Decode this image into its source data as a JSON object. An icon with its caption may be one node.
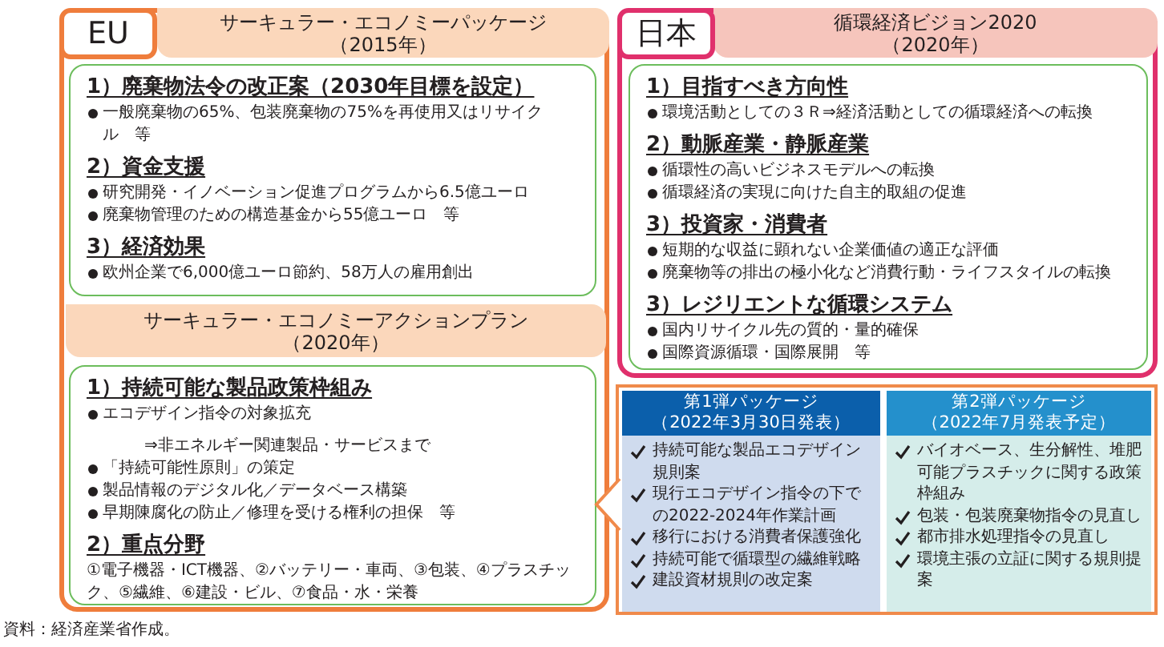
{
  "diagram": {
    "caption": "資料：経済産業省作成。",
    "nodes": [
      {
        "text": [
          "EU"
        ]
      },
      {
        "text": [
          "サーキュラー・エコノミーパッケージ",
          "（2015年）"
        ],
        "in": 0
      },
      {
        "text": [
          "1）廃棄物法令の改正案（2030年目標を設定）",
          "一般廃棄物の65%、包装廃棄物の75%を再使用又はリサイクル　等",
          "2）資金支援",
          "研究開発・イノベーション促進プログラムから6.5億ユーロ",
          "廃棄物管理のための構造基金から55億ユーロ　等",
          "3）経済効果",
          "欧州企業で6,000億ユーロ節約、58万人の雇用創出"
        ],
        "in": 0
      },
      {
        "text": [
          "サーキュラー・エコノミーアクションプラン",
          "（2020年）"
        ],
        "in": 0
      },
      {
        "text": [
          "1）持続可能な製品政策枠組み",
          "エコデザイン指令の対象拡充",
          "⇒非エネルギー関連製品・サービスまで",
          "「持続可能性原則」の策定",
          "製品情報のデジタル化／データベース構築",
          "早期陳腐化の防止／修理を受ける権利の担保　等",
          "2）重点分野",
          "①電子機器・ICT機器、②バッテリー・車両、③包装、④プラスチック、⑤繊維、⑥建設・ビル、⑦食品・水・栄養"
        ],
        "in": 0
      },
      {
        "text": [
          "日本"
        ]
      },
      {
        "text": [
          "循環経済ビジョン2020",
          "（2020年）"
        ],
        "in": 5
      },
      {
        "text": [
          "1）目指すべき方向性",
          "環境活動としての３Ｒ⇒経済活動としての循環経済への転換",
          "2）動脈産業・静脈産業",
          "循環性の高いビジネスモデルへの転換",
          "循環経済の実現に向けた自主的取組の促進",
          "3）投資家・消費者",
          "短期的な収益に顕れない企業価値の適正な評価",
          "廃棄物等の排出の極小化など消費行動・ライフスタイルの転換",
          "3）レジリエントな循環システム",
          "国内リサイクル先の質的・量的確保",
          "国際資源循環・国際展開　等"
        ],
        "in": 5
      },
      {
        "text": [],
        "shape": "box"
      },
      {
        "text": [
          "第1弾パッケージ",
          "（2022年3月30日発表）",
          "持続可能な製品エコデザイン規則案",
          "現行エコデザイン指令の下での2022-2024年作業計画",
          "移行における消費者保護強化",
          "持続可能で循環型の繊維戦略",
          "建設資材規則の改定案"
        ],
        "in": 8
      },
      {
        "text": [
          "第2弾パッケージ",
          "（2022年7月発表予定）",
          "バイオベース、生分解性、堆肥可能プラスチックに関する政策枠組み",
          "包装・包装廃棄物指令の見直し",
          "都市排水処理指令の見直し",
          "環境主張の立証に関する規則提案"
        ],
        "in": 8
      }
    ],
    "edges": [
      {
        "from": 8,
        "to": 4,
        "arrow": "none"
      }
    ]
  }
}
